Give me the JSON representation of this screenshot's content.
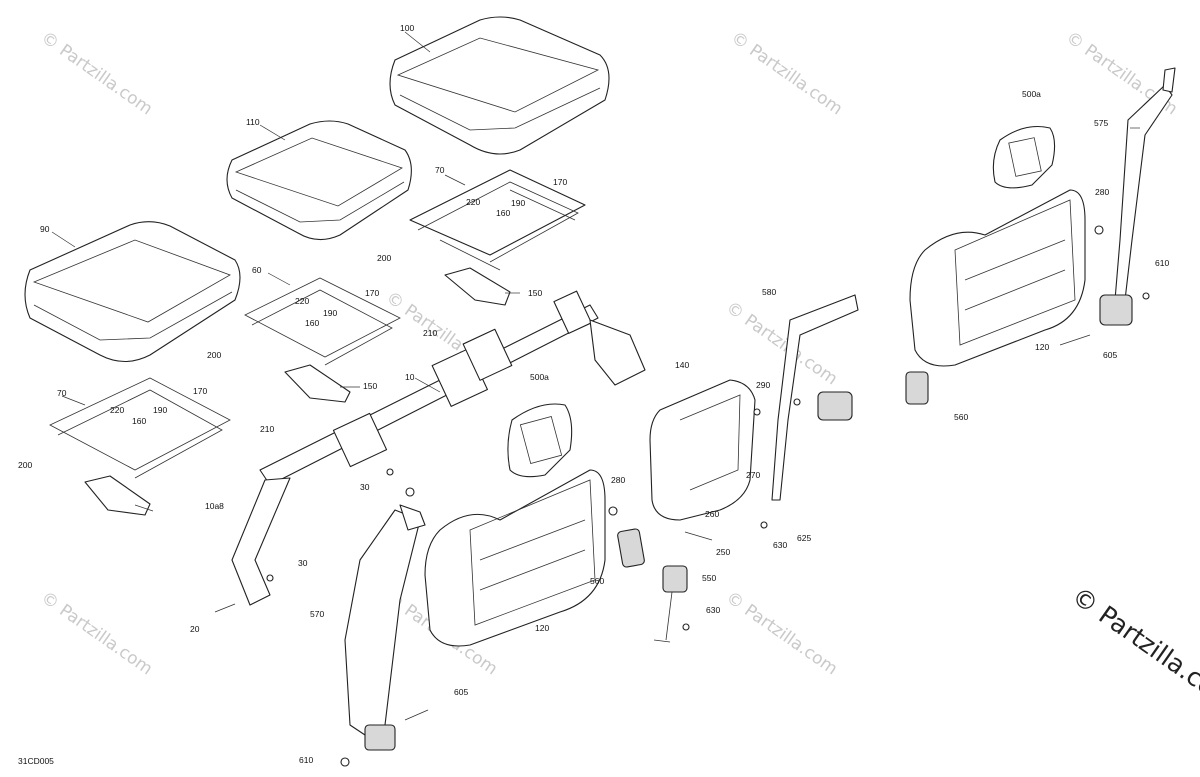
{
  "diagram": {
    "drawing_code": "31CD005",
    "watermark_text": "© Partzilla.com",
    "corner_watermark_text": "© Partzilla.com",
    "callouts": [
      "100",
      "110",
      "90",
      "70",
      "170",
      "190",
      "220",
      "160",
      "200",
      "150",
      "60",
      "170",
      "190",
      "220",
      "160",
      "200",
      "210",
      "150",
      "70",
      "170",
      "220",
      "190",
      "160",
      "200",
      "210",
      "10",
      "500a",
      "10a8",
      "30",
      "30",
      "20",
      "280",
      "560",
      "570",
      "605",
      "610",
      "120",
      "140",
      "290",
      "270",
      "260",
      "250",
      "580",
      "625",
      "630",
      "550",
      "630",
      "500a",
      "575",
      "280",
      "610",
      "120",
      "605",
      "560"
    ]
  }
}
